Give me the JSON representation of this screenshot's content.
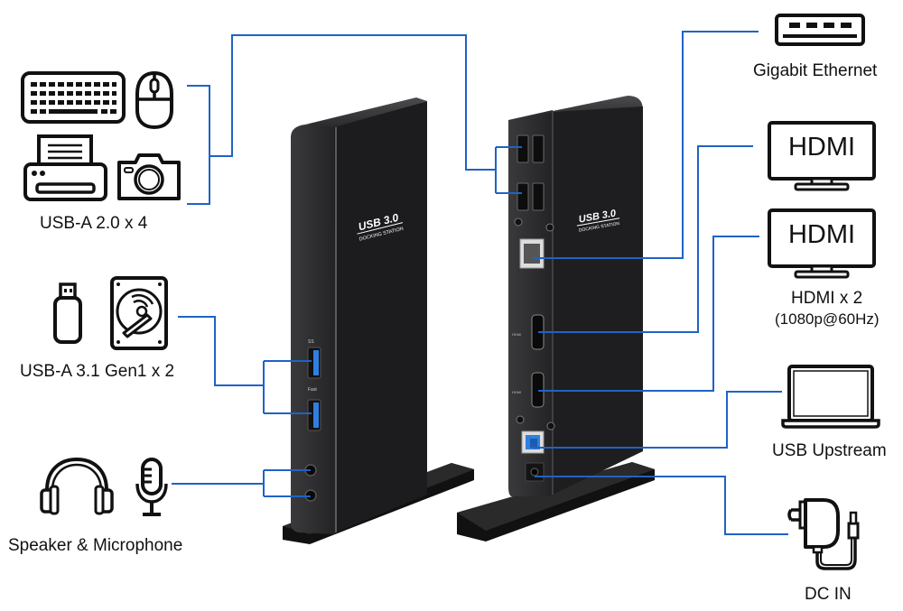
{
  "colors": {
    "connector": "#1f63c4",
    "device_body": "#1d1d1f",
    "usb3_port": "#2f7fe0",
    "icon_stroke": "#111111"
  },
  "left_groups": [
    {
      "id": "usb-a-20",
      "label": "USB-A 2.0 x 4",
      "icons": [
        "keyboard-icon",
        "mouse-icon",
        "printer-icon",
        "camera-icon"
      ]
    },
    {
      "id": "usb-a-31",
      "label": "USB-A 3.1 Gen1 x 2",
      "icons": [
        "usb-flash-drive-icon",
        "hard-drive-icon"
      ]
    },
    {
      "id": "audio",
      "label": "Speaker & Microphone",
      "icons": [
        "headphones-icon",
        "microphone-icon"
      ]
    }
  ],
  "right_groups": [
    {
      "id": "ethernet",
      "label": "Gigabit Ethernet",
      "icons": [
        "ethernet-port-icon"
      ]
    },
    {
      "id": "hdmi",
      "label": "HDMI x 2",
      "sublabel": "(1080p@60Hz)",
      "icons": [
        "hdmi-monitor-icon",
        "hdmi-monitor-icon"
      ],
      "monitor_text": "HDMI"
    },
    {
      "id": "usb-upstream",
      "label": "USB Upstream",
      "icons": [
        "laptop-icon"
      ]
    },
    {
      "id": "dc-in",
      "label": "DC IN",
      "icons": [
        "power-adapter-icon"
      ]
    }
  ],
  "device": {
    "brand_line1": "USB 3.0",
    "brand_line2": "DOCKING STATION",
    "port_label_hdmi": "HDMI",
    "port_label_fast": "Fast",
    "port_label_ss": "SS"
  }
}
